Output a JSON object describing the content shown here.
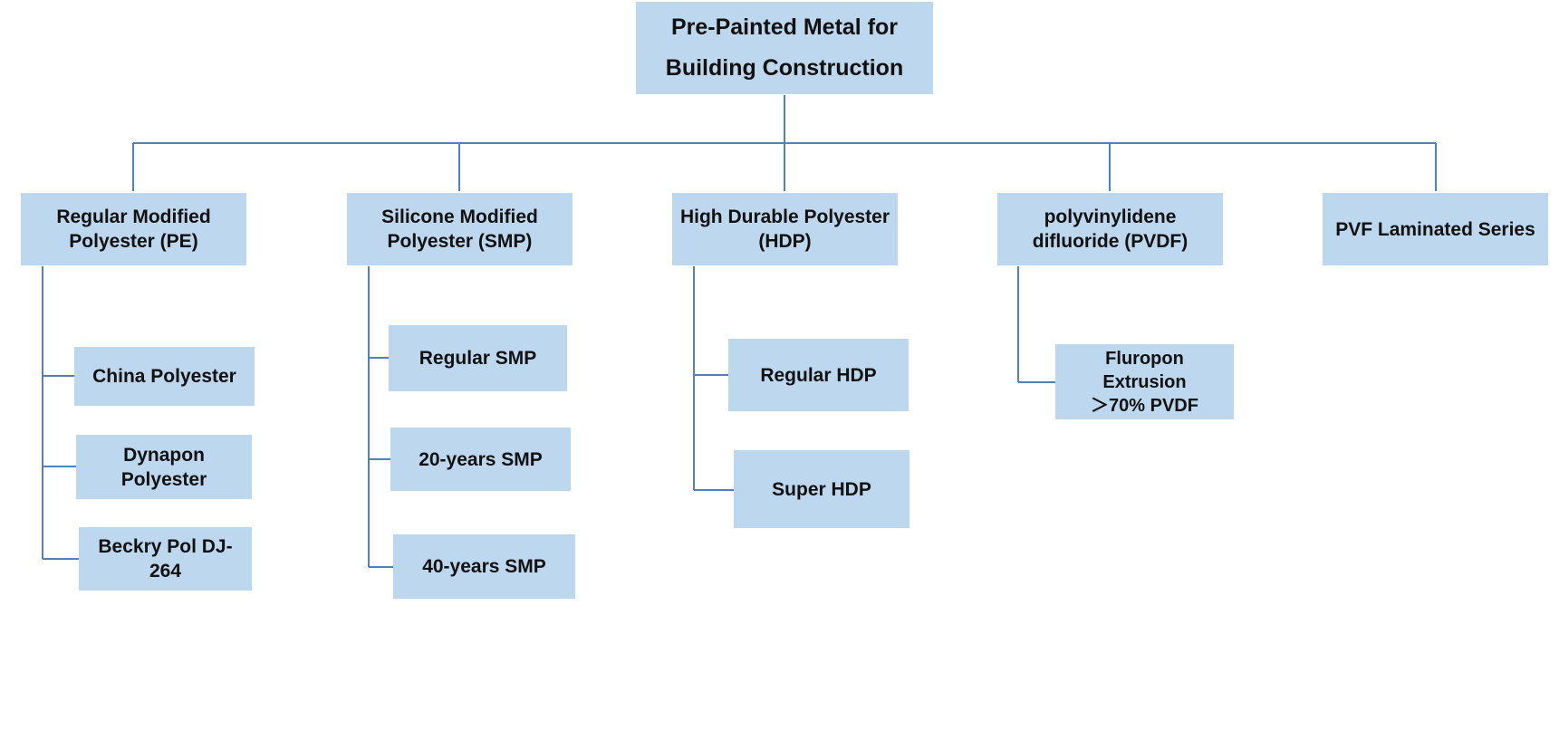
{
  "diagram": {
    "colors": {
      "box_fill": "#bdd7ee",
      "connector": "#4f81bd",
      "text": "#111111"
    },
    "root": {
      "line1": "Pre-Painted Metal for",
      "line2": "Building Construction"
    },
    "categories": [
      {
        "line1": "Regular Modified",
        "line2": "Polyester (PE)",
        "children": [
          {
            "lines": [
              "China Polyester"
            ]
          },
          {
            "lines": [
              "Dynapon",
              "Polyester"
            ]
          },
          {
            "lines": [
              "Beckry Pol DJ-264"
            ]
          }
        ]
      },
      {
        "line1": "Silicone Modified",
        "line2": "Polyester (SMP)",
        "children": [
          {
            "lines": [
              "Regular SMP"
            ]
          },
          {
            "lines": [
              "20-years SMP"
            ]
          },
          {
            "lines": [
              "40-years SMP"
            ]
          }
        ]
      },
      {
        "line1": "High Durable Polyester",
        "line2": "(HDP)",
        "children": [
          {
            "lines": [
              "Regular HDP"
            ]
          },
          {
            "lines": [
              "Super HDP"
            ]
          }
        ]
      },
      {
        "line1": "polyvinylidene",
        "line2": "difluoride (PVDF)",
        "children": [
          {
            "lines": [
              "Fluropon",
              "Extrusion",
              "＞70% PVDF"
            ]
          }
        ]
      },
      {
        "line1": "PVF Laminated Series",
        "line2": "",
        "children": []
      }
    ]
  }
}
